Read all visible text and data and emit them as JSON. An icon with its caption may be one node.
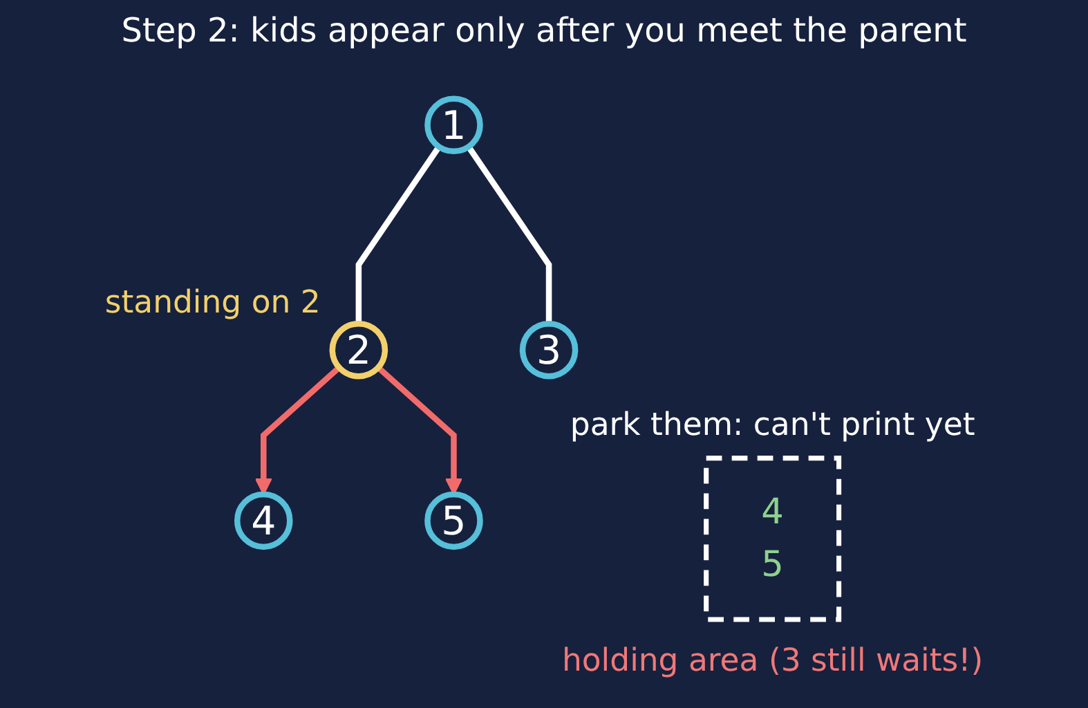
{
  "diagram": {
    "title": "Step 2: kids appear only after you meet the parent",
    "nodes": [
      {
        "text": [
          "1"
        ]
      },
      {
        "text": [
          "2"
        ],
        "beside": [
          "standing on 2"
        ]
      },
      {
        "text": [
          "3"
        ]
      },
      {
        "text": [
          "4"
        ]
      },
      {
        "text": [
          "5"
        ]
      },
      {
        "text": [
          "4",
          "5"
        ],
        "beside": [
          "park them: can't print yet",
          "holding area (3 still waits!)"
        ]
      }
    ],
    "edges": [
      {
        "from": 0,
        "to": 1,
        "arrow": "none"
      },
      {
        "from": 0,
        "to": 2,
        "arrow": "none"
      },
      {
        "from": 1,
        "to": 3,
        "arrow": "to",
        "color": "#f26b6b"
      },
      {
        "from": 1,
        "to": 4,
        "arrow": "to",
        "color": "#f26b6b"
      }
    ]
  }
}
